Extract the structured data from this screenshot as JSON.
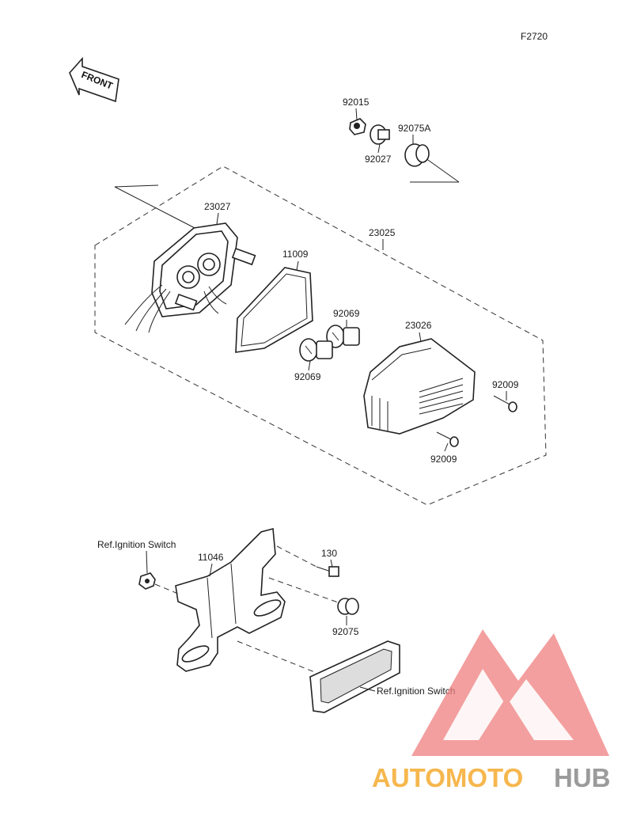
{
  "figure_code": "F2720",
  "front_arrow": "FRONT",
  "callouts": {
    "c92015": "92015",
    "c92027": "92027",
    "c92075A": "92075A",
    "c23027": "23027",
    "c23025": "23025",
    "c11009": "11009",
    "c92069_top": "92069",
    "c92069_bottom": "92069",
    "c23026": "23026",
    "c92009_right": "92009",
    "c92009_bottom": "92009",
    "ref_ignition_left": "Ref.Ignition Switch",
    "c11046": "11046",
    "c130": "130",
    "c92075": "92075",
    "ref_ignition_bottom": "Ref.Ignition Switch"
  },
  "watermark": {
    "part1": "AUTOMOTO",
    "part2": "HUB",
    "color1": "#f5a623",
    "color2": "#8a8a8a",
    "logo_color": "#f08080"
  }
}
